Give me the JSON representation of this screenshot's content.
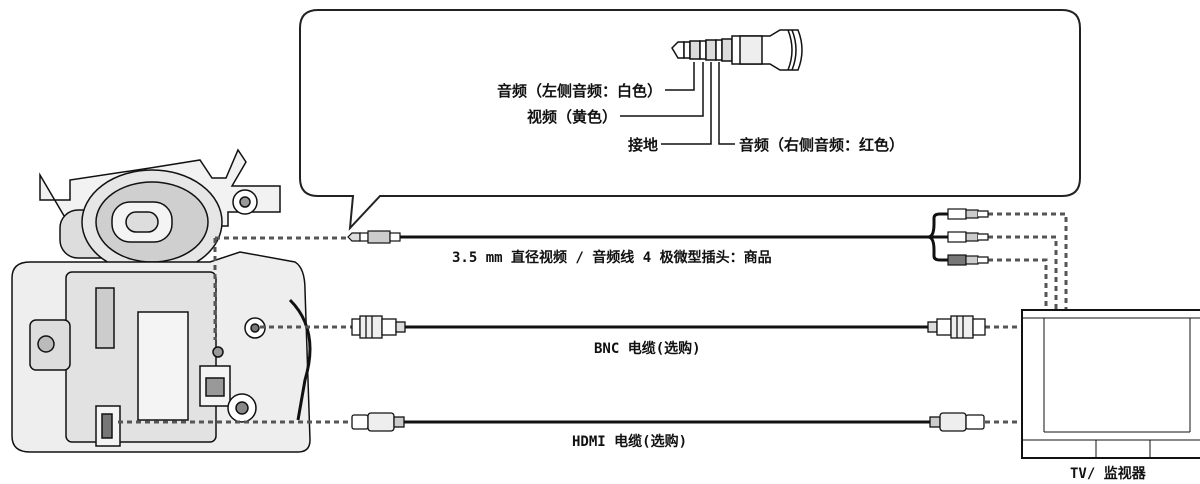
{
  "callout": {
    "plug_rings": {
      "audio_left": "音频（左侧音频：白色）",
      "video": "视频（黄色）",
      "ground": "接地",
      "audio_right": "音频（右侧音频：红色）"
    }
  },
  "cables": {
    "av_cable": "3.5  mm 直径视频 / 音频线 4 极微型插头：商品",
    "bnc_cable": "BNC 电缆(选购)",
    "hdmi_cable": "HDMI 电缆(选购)"
  },
  "devices": {
    "tv_monitor": "TV/ 监视器"
  },
  "icons": [
    "camcorder",
    "mini-plug",
    "rca-plug",
    "bnc-connector",
    "hdmi-connector",
    "tv-monitor"
  ],
  "colors": {
    "line": "#111111",
    "dashed": "#555555",
    "callout_border": "#222222"
  }
}
